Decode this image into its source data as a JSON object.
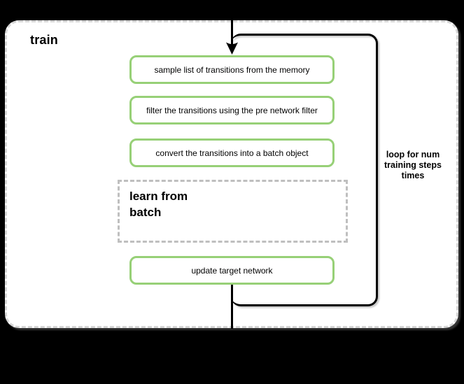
{
  "colors": {
    "background": "#000000",
    "surface": "#ffffff",
    "step_border": "#97d077",
    "container_border": "#d6d6d6",
    "subprocess_border": "#bfbfbf",
    "line": "#000000",
    "text": "#000000"
  },
  "diagram": {
    "title": "train",
    "steps": [
      "sample list of transitions from the memory",
      "filter the transitions using the pre network filter",
      "convert the transitions into a batch object"
    ],
    "subprocess": {
      "label": "learn from batch",
      "lines": [
        "learn from",
        "batch"
      ]
    },
    "final_step": "update target network",
    "loop": {
      "label": "loop for num training steps times",
      "lines": [
        "loop for num",
        "training steps",
        "times"
      ]
    }
  }
}
